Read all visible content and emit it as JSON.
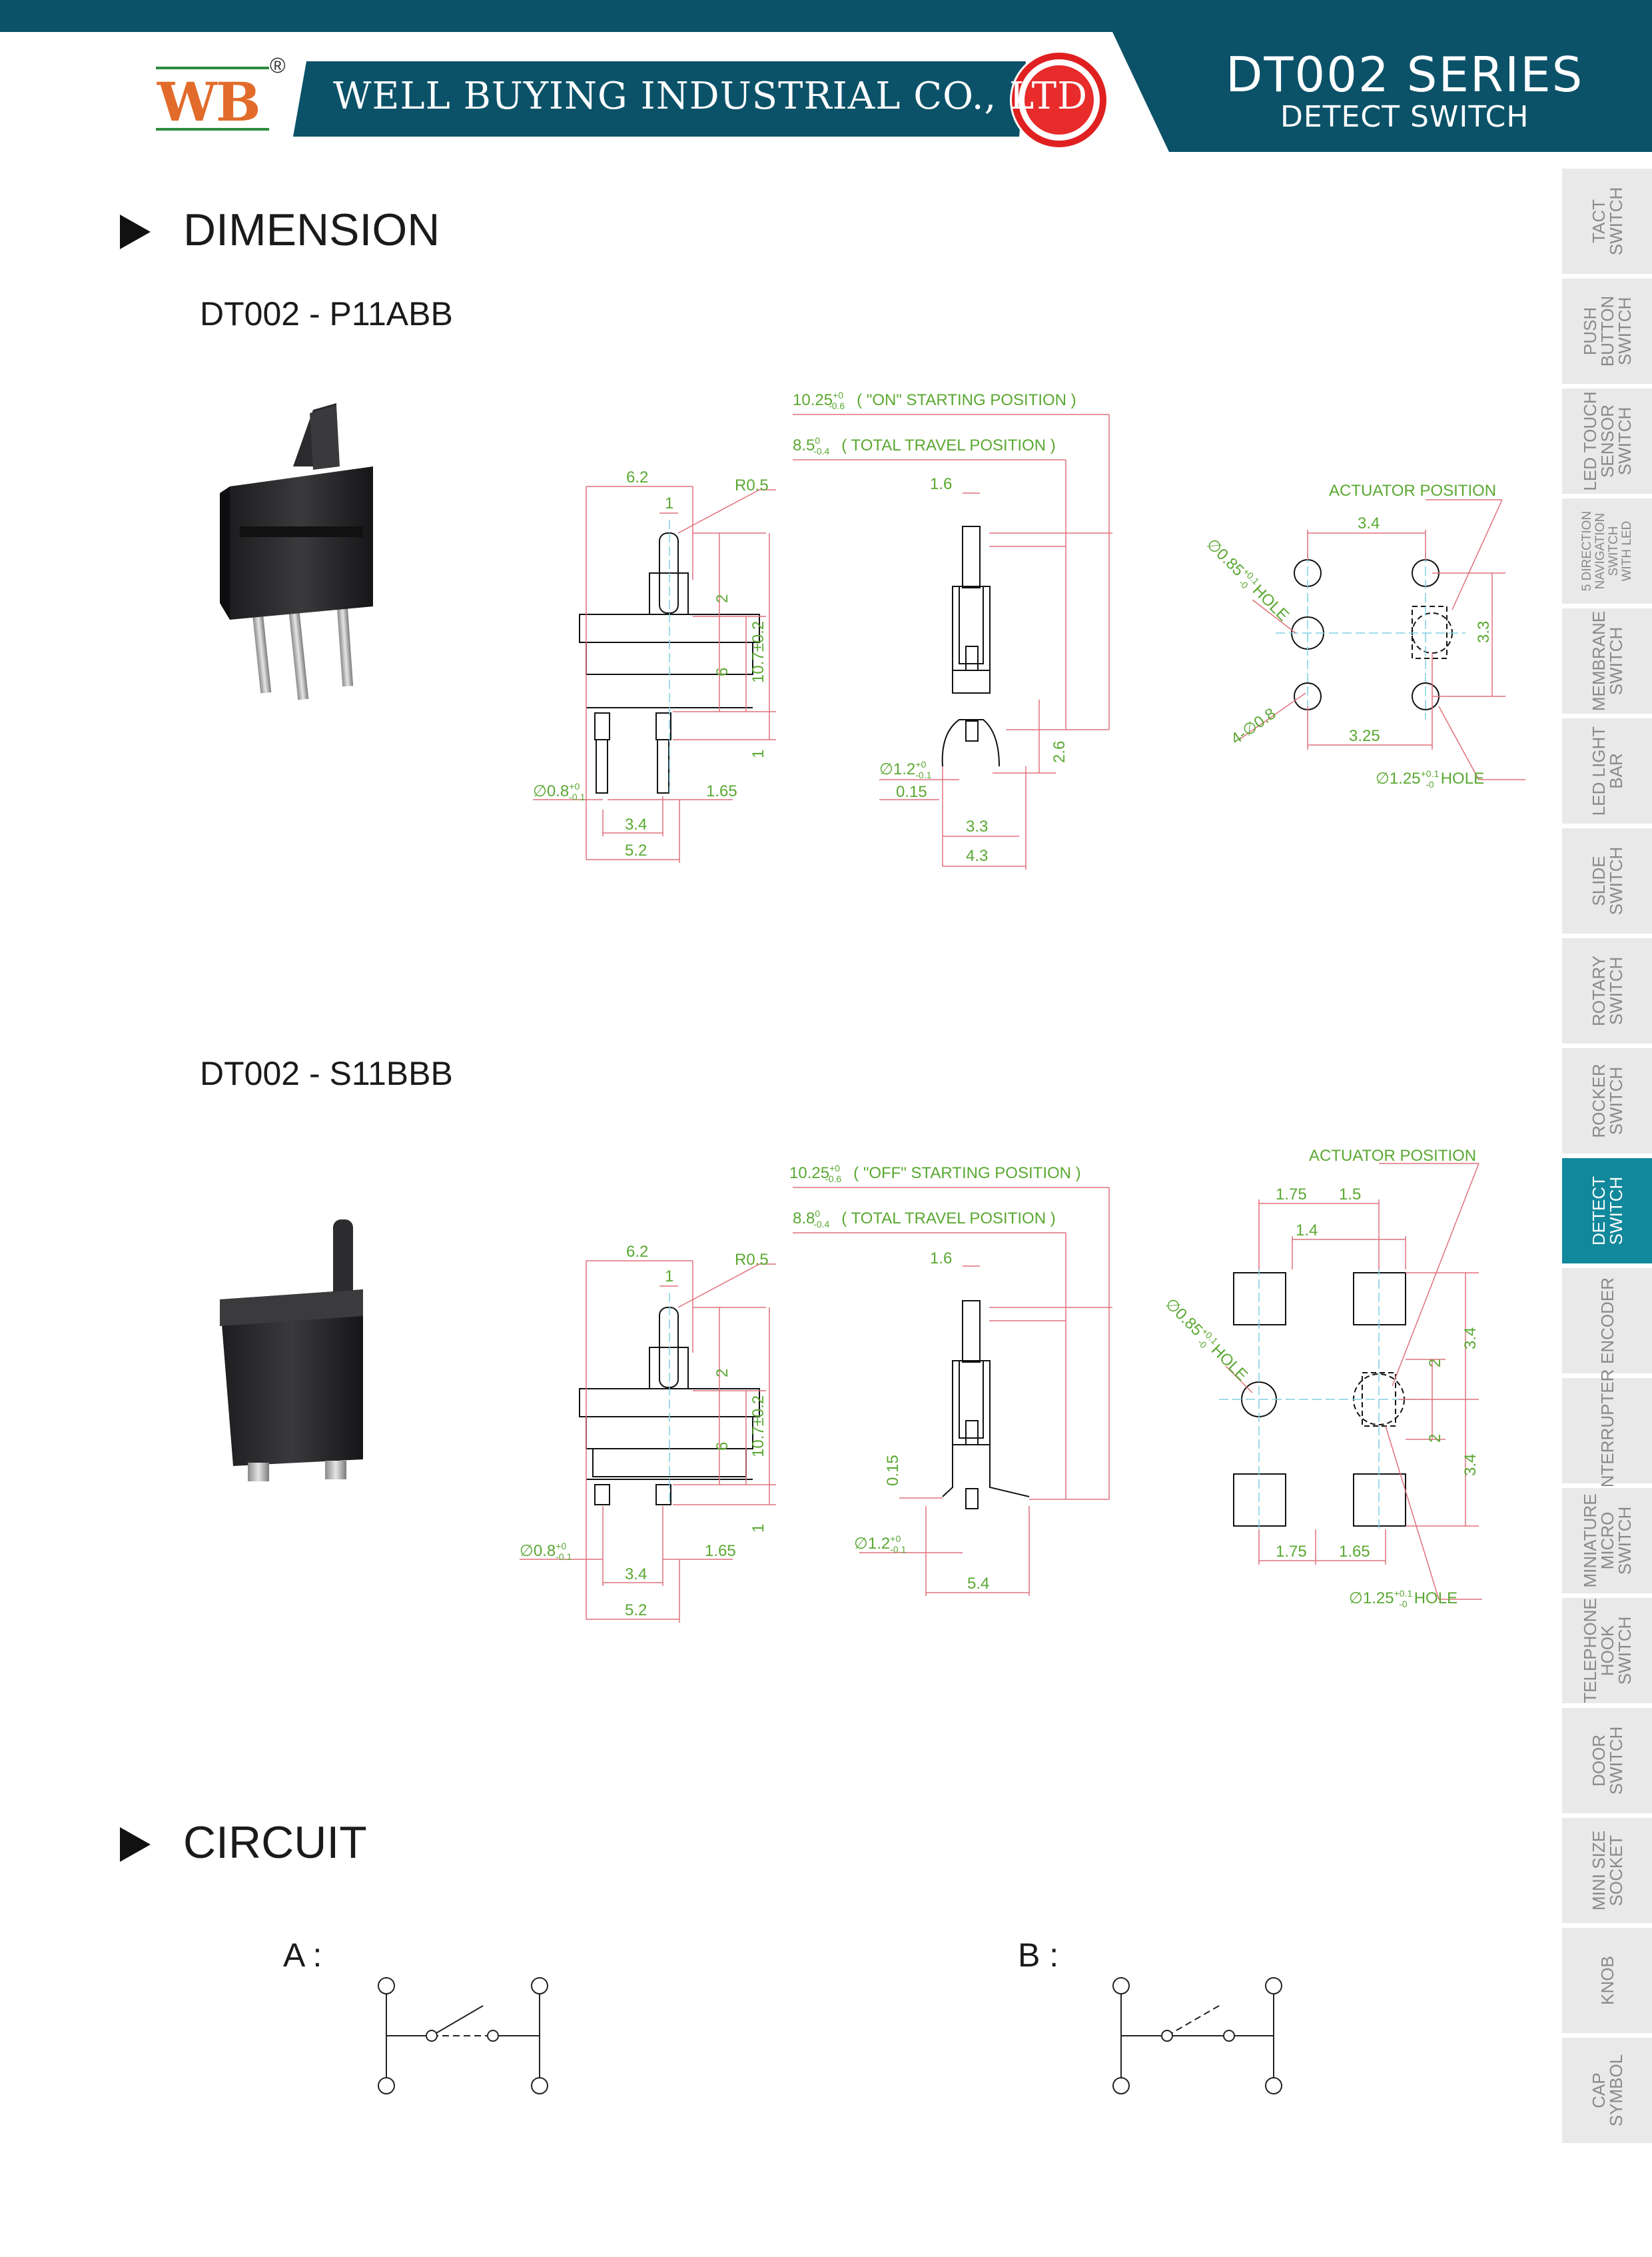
{
  "header": {
    "logo": "WB",
    "registered": "®",
    "company": "WELL BUYING INDUSTRIAL CO., LTD",
    "series": "DT002 SERIES",
    "subtitle": "DETECT SWITCH"
  },
  "sections": {
    "dimension": "DIMENSION",
    "circuit": "CIRCUIT"
  },
  "models": {
    "a": "DT002 - P11ABB",
    "b": "DT002 - S11BBB"
  },
  "drawing_a": {
    "on_start": "10.25",
    "on_start_tol_up": "+0",
    "on_start_tol_dn": "-0.6",
    "on_start_note": "( \"ON\"  STARTING  POSITION )",
    "travel": "8.5",
    "travel_tol_up": "0",
    "travel_tol_dn": "-0.4",
    "travel_note": "( TOTAL  TRAVEL  POSITION )",
    "d_6_2": "6.2",
    "r05": "R0.5",
    "d_1": "1",
    "d_2": "2",
    "d_6": "6",
    "d_10_7": "10.7±0.2",
    "d_1b": "1",
    "d_08": "∅0.8",
    "d_08_up": "+0",
    "d_08_dn": "-0.1",
    "d_1_65": "1.65",
    "d_3_4": "3.4",
    "d_5_2": "5.2",
    "d_1_6": "1.6",
    "d_12": "∅1.2",
    "d_12_up": "+0",
    "d_12_dn": "-0.1",
    "d_0_15": "0.15",
    "d_3_3": "3.3",
    "d_4_3": "4.3",
    "d_2_6": "2.6",
    "actuator": "ACTUATOR POSITION",
    "pcb_3_4": "3.4",
    "pcb_hole1": "∅0.85",
    "pcb_hole1_up": "+0.1",
    "pcb_hole1_dn": "-0",
    "pcb_hole1_word": "HOLE",
    "pcb_4_08": "4-∅0.8",
    "pcb_3_25": "3.25",
    "pcb_3_3": "3.3",
    "pcb_hole2": "∅1.25",
    "pcb_hole2_up": "+0.1",
    "pcb_hole2_dn": "-0",
    "pcb_hole2_word": "HOLE"
  },
  "drawing_b": {
    "off_start": "10.25",
    "off_start_tol_up": "+0",
    "off_start_tol_dn": "-0.6",
    "off_start_note": "( \"OFF\"  STARTING  POSITION )",
    "travel": "8.8",
    "travel_tol_up": "0",
    "travel_tol_dn": "-0.4",
    "travel_note": "( TOTAL  TRAVEL  POSITION )",
    "d_6_2": "6.2",
    "r05": "R0.5",
    "d_1": "1",
    "d_2": "2",
    "d_6": "6",
    "d_10_7": "10.7±0.2",
    "d_1b": "1",
    "d_08": "∅0.8",
    "d_08_up": "+0",
    "d_08_dn": "-0.1",
    "d_1_65": "1.65",
    "d_3_4": "3.4",
    "d_5_2": "5.2",
    "d_1_6": "1.6",
    "d_0_15": "0.15",
    "d_12": "∅1.2",
    "d_12_up": "+0",
    "d_12_dn": "-0.1",
    "d_5_4": "5.4",
    "actuator": "ACTUATOR POSITION",
    "pcb_1_75": "1.75",
    "pcb_1_5": "1.5",
    "pcb_1_4": "1.4",
    "pcb_hole1": "∅0.85",
    "pcb_hole1_up": "+0.1",
    "pcb_hole1_dn": "-0",
    "pcb_hole1_word": "HOLE",
    "pcb_2a": "2",
    "pcb_2b": "2",
    "pcb_3_4a": "3.4",
    "pcb_3_4b": "3.4",
    "pcb_1_75b": "1.75",
    "pcb_1_65": "1.65",
    "pcb_hole2": "∅1.25",
    "pcb_hole2_up": "+0.1",
    "pcb_hole2_dn": "-0",
    "pcb_hole2_word": "HOLE"
  },
  "circuit": {
    "a_label": "A :",
    "b_label": "B :"
  },
  "sidebar": {
    "items": [
      {
        "label": "TACT\nSWITCH"
      },
      {
        "label": "PUSH\nBUTTON\nSWITCH"
      },
      {
        "label": "LED TOUCH\nSENSOR\nSWITCH"
      },
      {
        "label": "5 DIRECTION\nNAVIGATION\nSWITCH\nWITH LED"
      },
      {
        "label": "MEMBRANE\nSWITCH"
      },
      {
        "label": "LED LIGHT\nBAR"
      },
      {
        "label": "SLIDE\nSWITCH"
      },
      {
        "label": "ROTARY\nSWITCH"
      },
      {
        "label": "ROCKER\nSWITCH"
      },
      {
        "label": "DETECT\nSWITCH"
      },
      {
        "label": "ENCODER"
      },
      {
        "label": "INTERRUPTER"
      },
      {
        "label": "MINIATURE\nMICRO\nSWITCH"
      },
      {
        "label": "TELEPHONE\nHOOK\nSWITCH"
      },
      {
        "label": "DOOR\nSWITCH"
      },
      {
        "label": "MINI SIZE\nSOCKET"
      },
      {
        "label": "KNOB"
      },
      {
        "label": "CAP\nSYMBOL"
      }
    ],
    "active_index": 9
  },
  "colors": {
    "brand": "#0b5269",
    "active_tab": "#12889c",
    "dim_text": "#5aa832",
    "dim_line": "#e0707a",
    "logo": "#e26b2b"
  }
}
